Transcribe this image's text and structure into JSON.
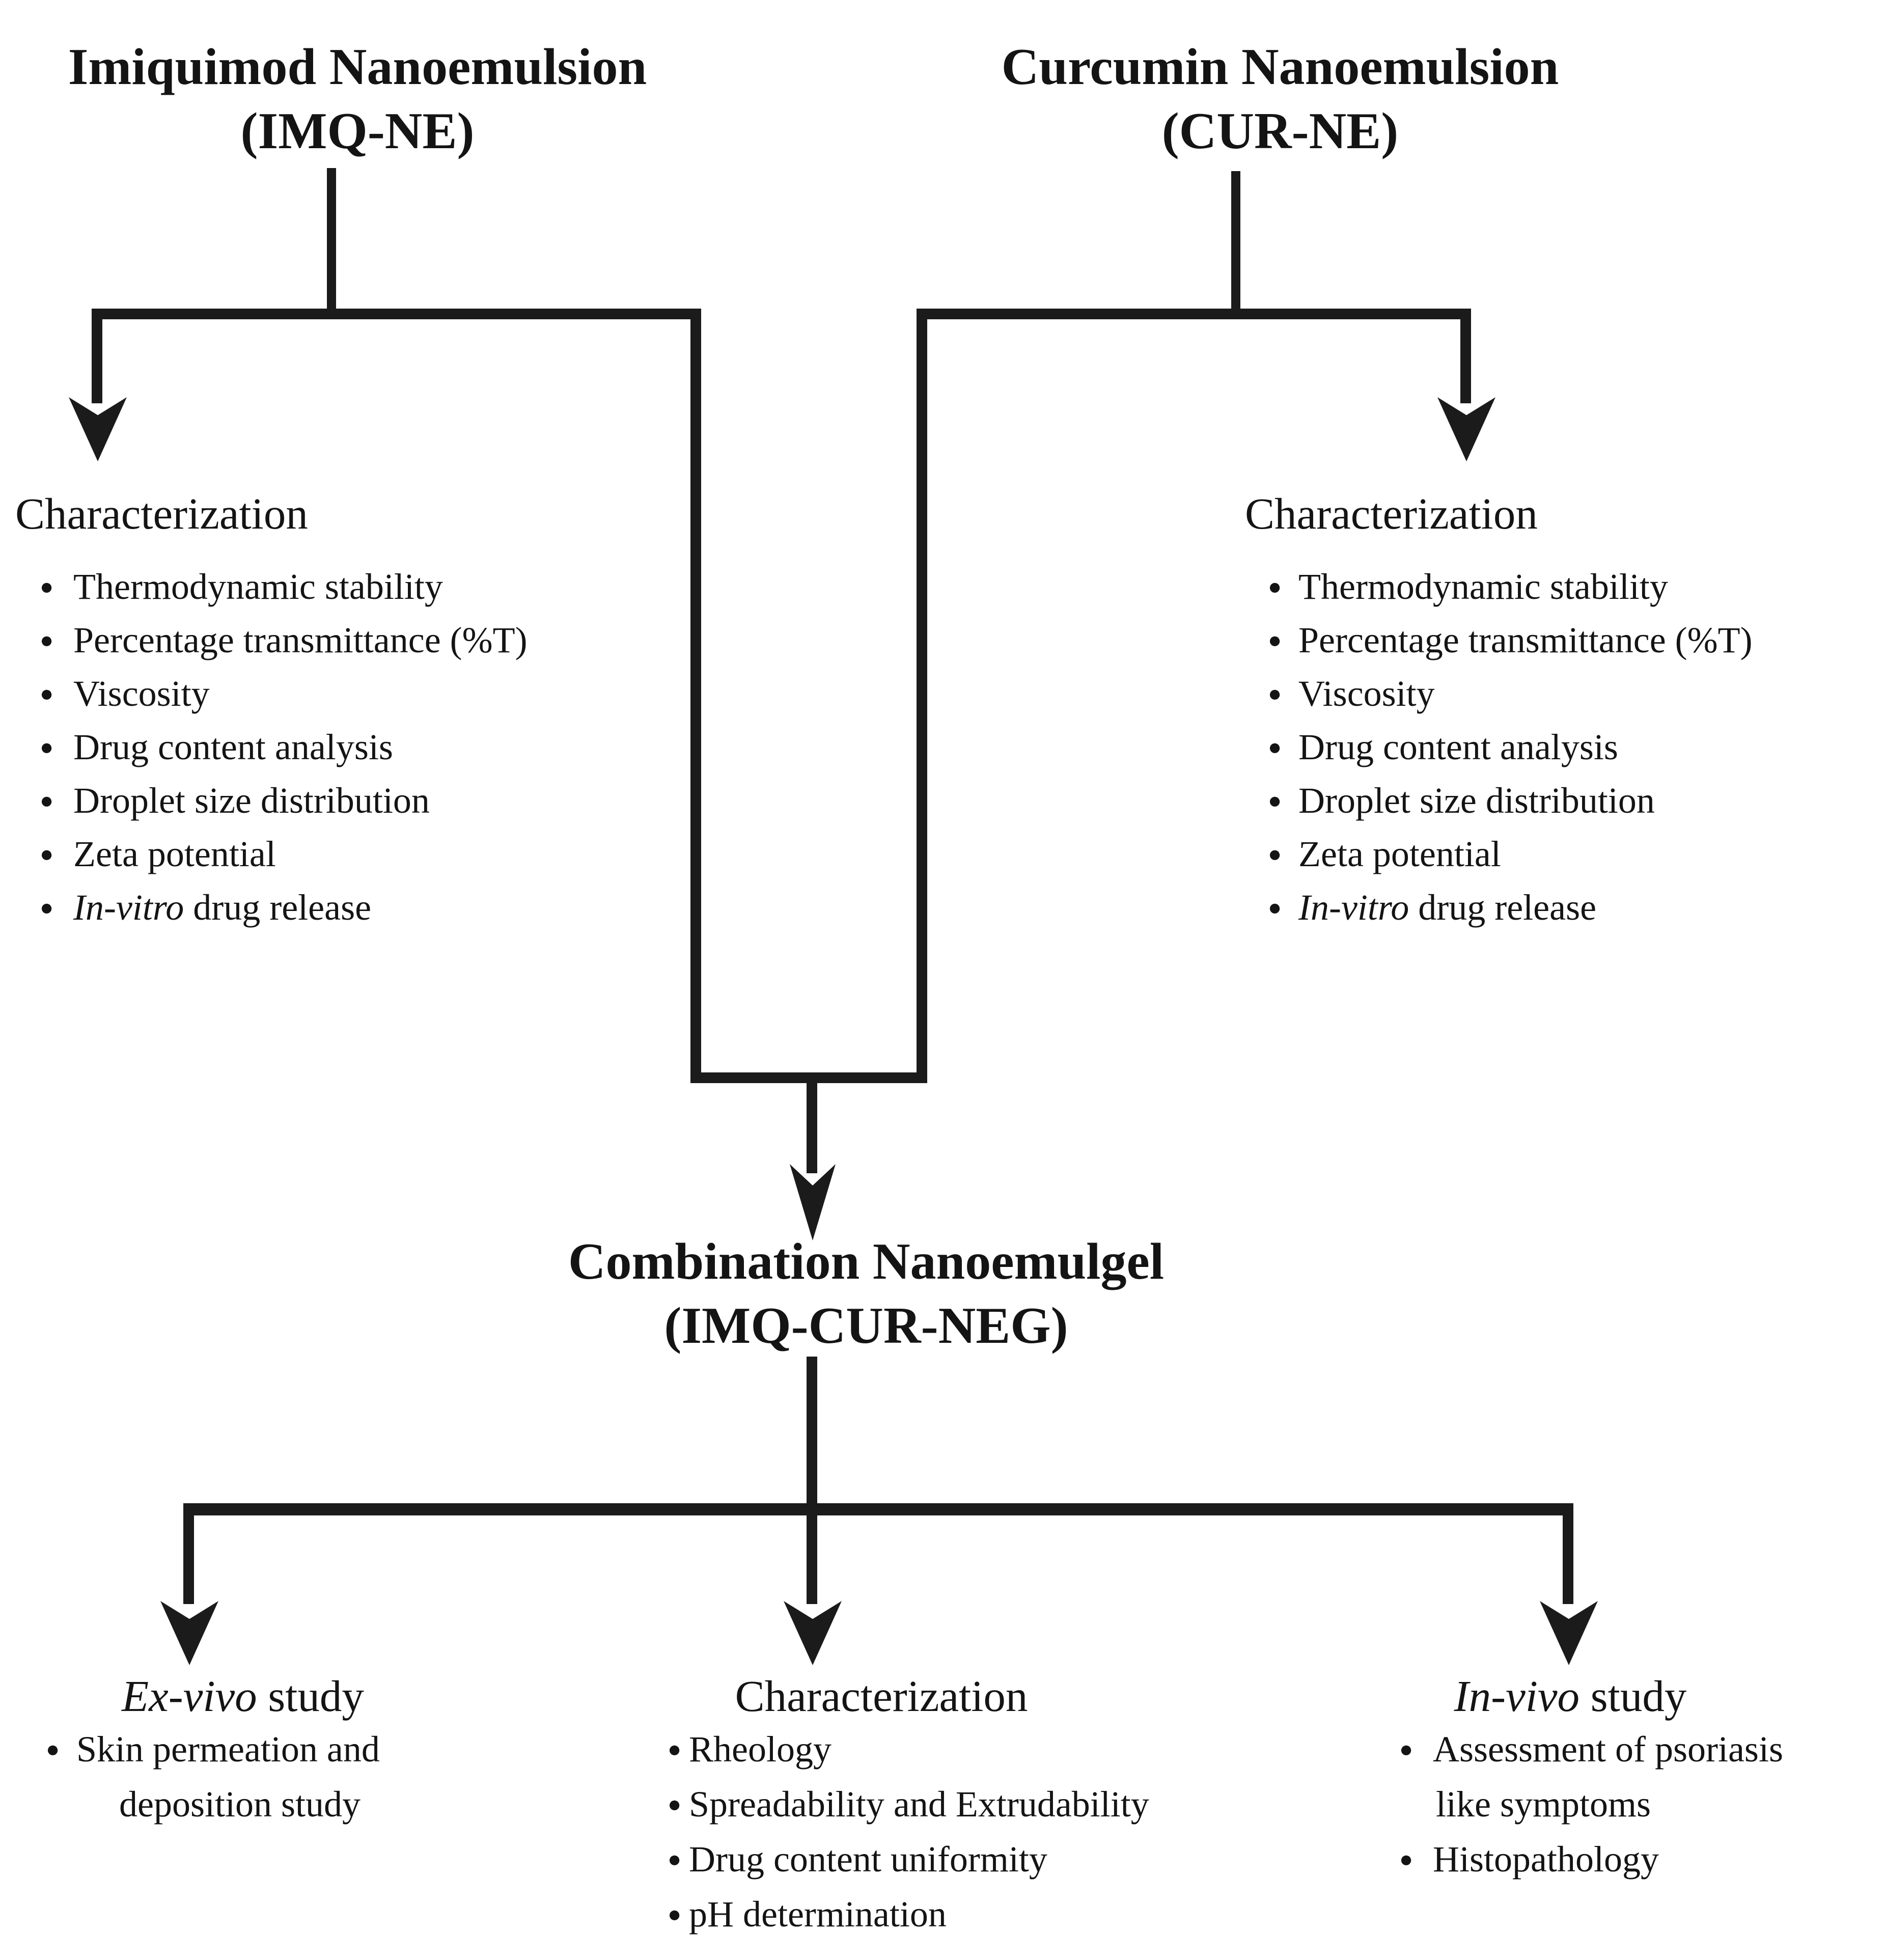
{
  "palette": {
    "line": "#1b1b1b",
    "text": "#141414",
    "background": "#ffffff"
  },
  "glyphs": {
    "bullet": "●"
  },
  "nodes": {
    "imq_ne": {
      "line1": "Imiquimod Nanoemulsion",
      "line2": "(IMQ-NE)"
    },
    "cur_ne": {
      "line1": "Curcumin Nanoemulsion",
      "line2": "(CUR-NE)"
    },
    "combination": {
      "line1": "Combination Nanoemulgel",
      "line2": "(IMQ-CUR-NEG)"
    }
  },
  "imq_characterization": {
    "heading": "Characterization",
    "items": [
      {
        "italic": "",
        "text": "Thermodynamic stability"
      },
      {
        "italic": "",
        "text": "Percentage transmittance (%T)"
      },
      {
        "italic": "",
        "text": "Viscosity"
      },
      {
        "italic": "",
        "text": "Drug content analysis"
      },
      {
        "italic": "",
        "text": "Droplet size distribution"
      },
      {
        "italic": "",
        "text": "Zeta potential"
      },
      {
        "italic": "In-vitro",
        "text": " drug release"
      }
    ]
  },
  "cur_characterization": {
    "heading": "Characterization",
    "items": [
      {
        "italic": "",
        "text": "Thermodynamic stability"
      },
      {
        "italic": "",
        "text": "Percentage transmittance (%T)"
      },
      {
        "italic": "",
        "text": "Viscosity"
      },
      {
        "italic": "",
        "text": "Drug content analysis"
      },
      {
        "italic": "",
        "text": "Droplet size distribution"
      },
      {
        "italic": "",
        "text": "Zeta potential"
      },
      {
        "italic": "In-vitro",
        "text": " drug release"
      }
    ]
  },
  "ex_vivo": {
    "heading_italic": "Ex-vivo",
    "heading_rest": " study",
    "line1": "Skin permeation and",
    "line2": "deposition study"
  },
  "neg_characterization": {
    "heading": "Characterization",
    "items": [
      "Rheology",
      "Spreadability and Extrudability",
      "Drug content uniformity",
      "pH determination"
    ]
  },
  "in_vivo": {
    "heading_italic": "In-vivo",
    "heading_rest": " study",
    "line1": "Assessment of psoriasis",
    "line2": "like symptoms",
    "line3": "Histopathology"
  }
}
